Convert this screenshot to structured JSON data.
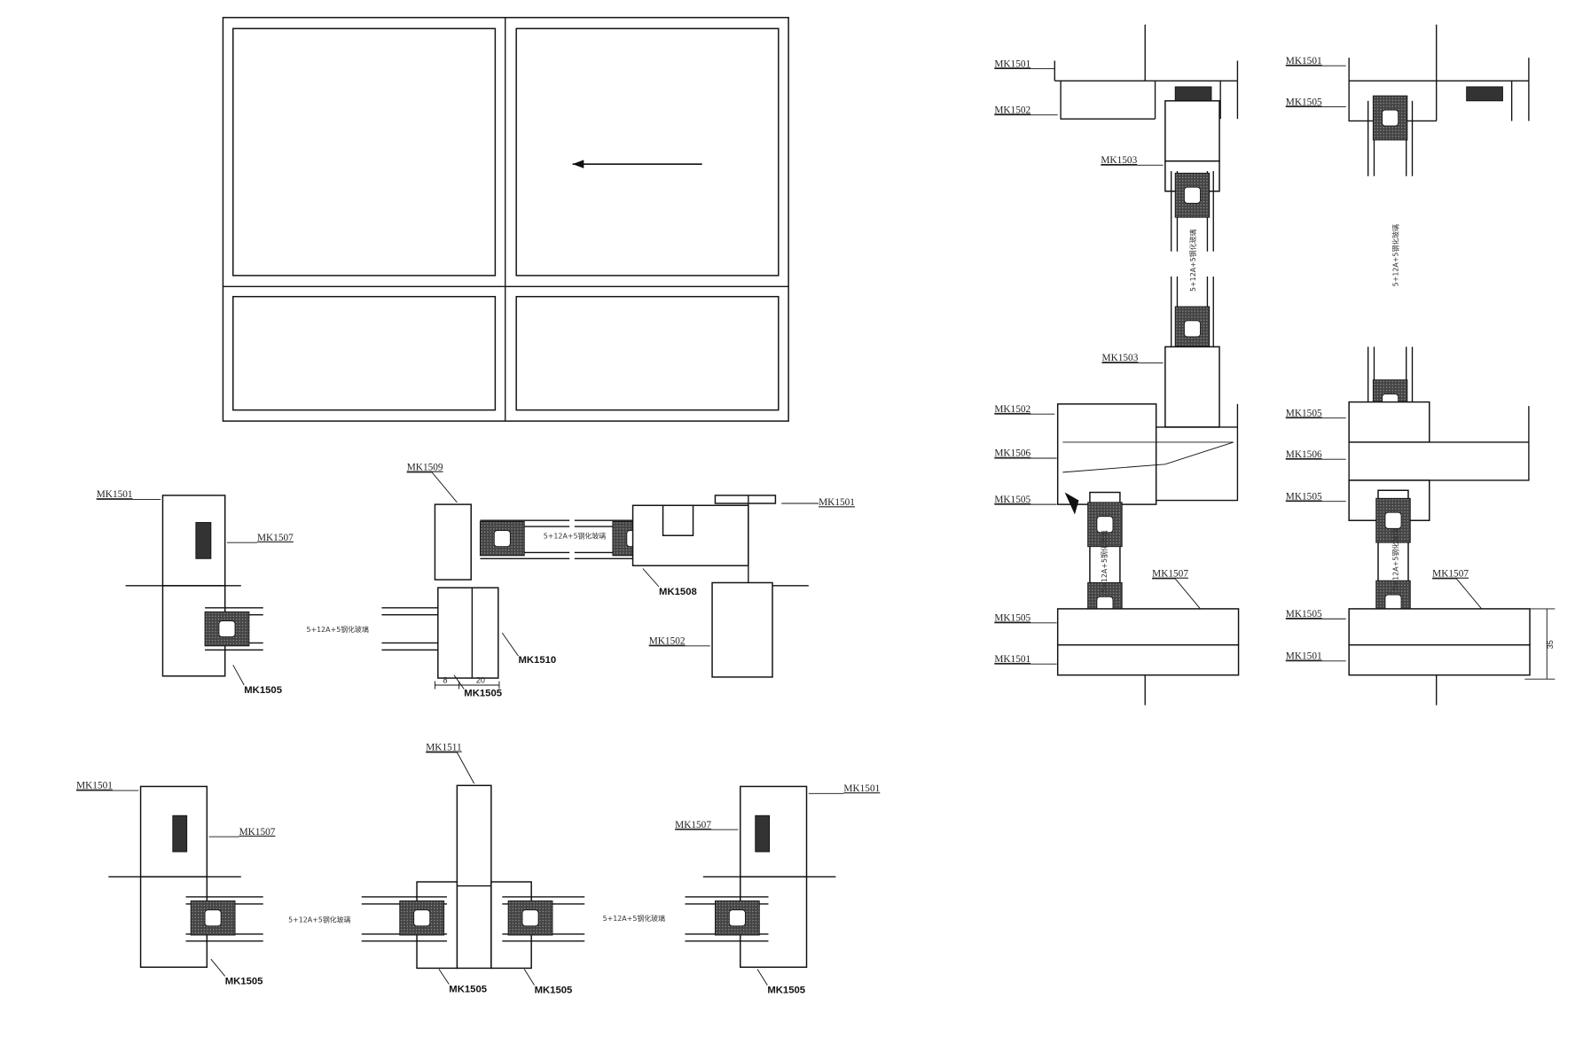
{
  "drawing": {
    "glass_spec": "5+12A+5钢化玻璃",
    "dimension_35": "35",
    "dimension_8": "8",
    "dimension_20": "20",
    "top_left_section": [
      "MK1501",
      "MK1502",
      "MK1503",
      "MK1503",
      "MK1502",
      "MK1506",
      "MK1505",
      "MK1507",
      "MK1505",
      "MK1501"
    ],
    "top_right_section": [
      "MK1501",
      "MK1505",
      "MK1505",
      "MK1506",
      "MK1505",
      "MK1507",
      "MK1505",
      "MK1501"
    ],
    "mid_left_section": [
      "MK1501",
      "MK1507",
      "MK1505"
    ],
    "mid_center_section": [
      "MK1509",
      "MK1510",
      "MK1505"
    ],
    "mid_right_section": [
      "MK1508",
      "MK1501",
      "MK1502"
    ],
    "bottom_left_section": [
      "MK1501",
      "MK1507",
      "MK1505"
    ],
    "bottom_center_section": [
      "MK1511",
      "MK1505",
      "MK1505"
    ],
    "bottom_right_section": [
      "MK1507",
      "MK1501",
      "MK1505"
    ]
  }
}
